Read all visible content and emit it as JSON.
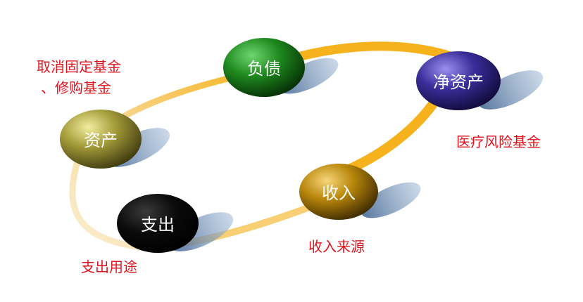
{
  "nodes": {
    "liabilities": "负债",
    "net_assets": "净资产",
    "assets": "资产",
    "income": "收入",
    "expenditure": "支出"
  },
  "notes": {
    "cancel_fixed_funds_line1": "取消固定基金",
    "cancel_fixed_funds_line2": "、修购基金",
    "medical_risk_fund": "医疗风险基金",
    "income_sources": "收入来源",
    "expenditure_uses": "支出用途"
  },
  "colors": {
    "liabilities": "#1f8a1f",
    "net_assets": "#3a2d9a",
    "assets": "#a39a38",
    "income": "#b8860b",
    "expenditure": "#0a0a0a",
    "ring": "#f5b21c",
    "note_text": "#e0141e"
  }
}
